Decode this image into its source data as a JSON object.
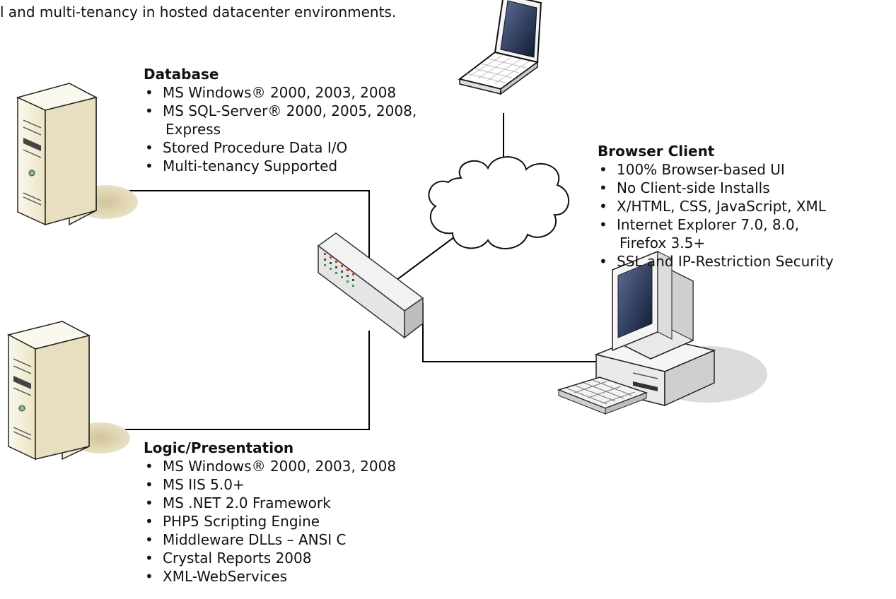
{
  "intro_text": "l and multi-tenancy in hosted datacenter environments.",
  "database": {
    "heading": "Database",
    "items": [
      [
        "MS Windows® 2000, 2003, 2008"
      ],
      [
        "MS SQL-Server® 2000, 2005, 2008,",
        "Express"
      ],
      [
        "Stored Procedure Data I/O"
      ],
      [
        "Multi-tenancy Supported"
      ]
    ]
  },
  "browser_client": {
    "heading": "Browser Client",
    "items": [
      [
        "100% Browser-based UI"
      ],
      [
        "No Client-side Installs"
      ],
      [
        "X/HTML, CSS, JavaScript, XML"
      ],
      [
        "Internet Explorer 7.0, 8.0,",
        "Firefox 3.5+"
      ],
      [
        "SSL and IP-Restriction Security"
      ]
    ]
  },
  "logic_presentation": {
    "heading": "Logic/Presentation",
    "items": [
      [
        "MS Windows® 2000, 2003, 2008"
      ],
      [
        "MS IIS 5.0+"
      ],
      [
        "MS .NET 2.0 Framework"
      ],
      [
        "PHP5 Scripting Engine"
      ],
      [
        "Middleware DLLs – ANSI C"
      ],
      [
        "Crystal Reports 2008"
      ],
      [
        "XML-WebServices"
      ]
    ]
  },
  "icons": [
    "laptop-icon",
    "cloud-icon",
    "server-icon",
    "network-switch-icon",
    "desktop-computer-icon",
    "keyboard-icon"
  ],
  "colors": {
    "line": "#000000",
    "server_body": "#f3efd9",
    "server_shadow": "#d9cfa9",
    "cloud": "#ffffff"
  }
}
